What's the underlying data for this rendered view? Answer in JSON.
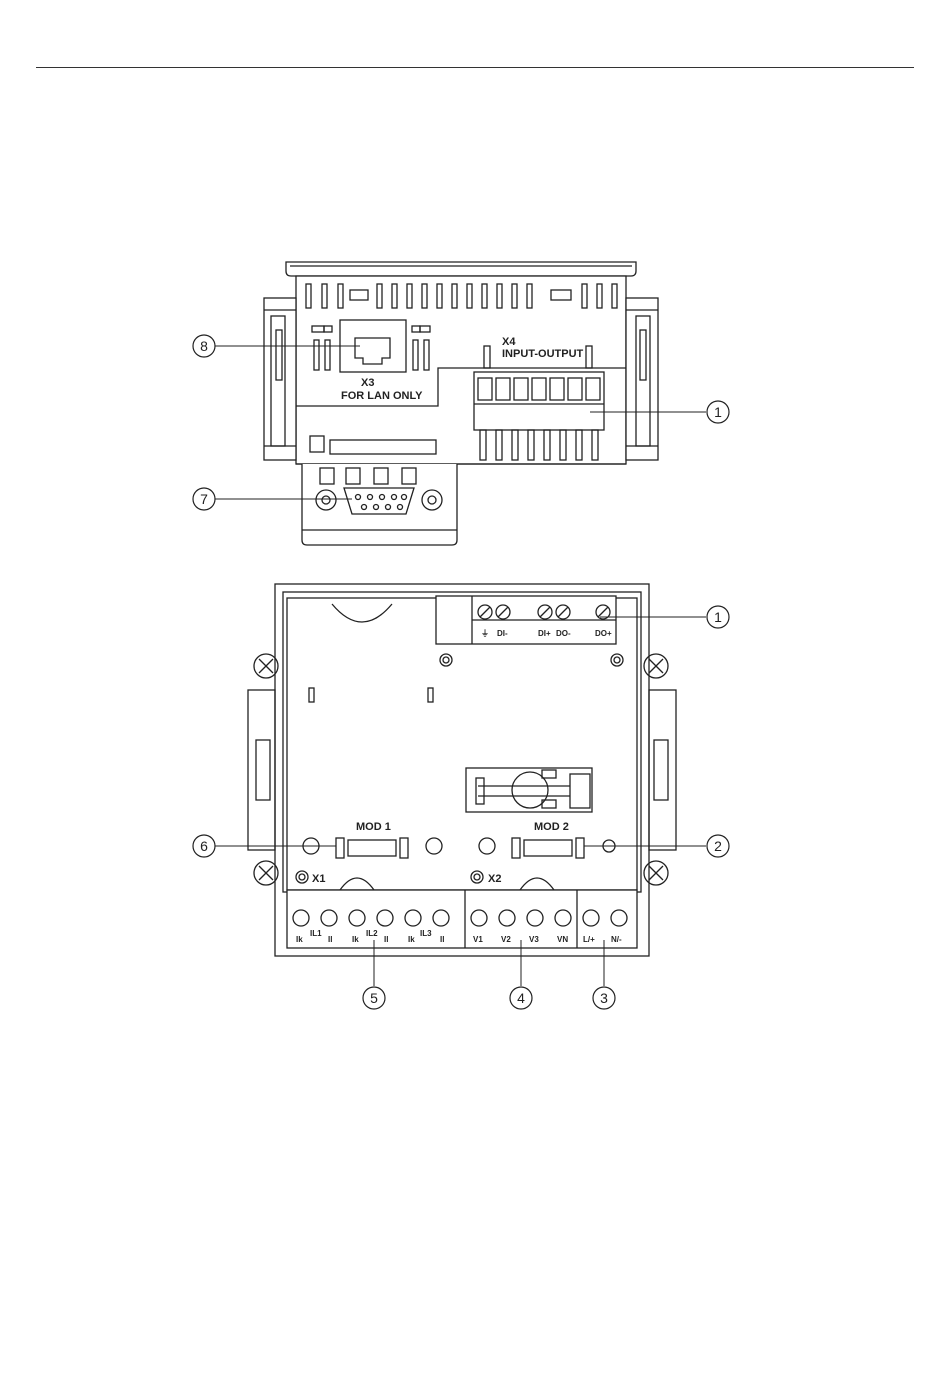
{
  "top_view": {
    "x3_title": "X3",
    "x3_text": "FOR LAN ONLY",
    "x4_title": "X4",
    "x4_text": "INPUT-OUTPUT"
  },
  "bottom_view": {
    "terminal_labels": [
      "⏚",
      "DI-",
      "DI+",
      "DO-",
      "DO+"
    ],
    "mod1": "MOD 1",
    "mod2": "MOD 2",
    "x1": "X1",
    "x2": "X2",
    "current_terminals": [
      "Ik",
      "IL1",
      "Il",
      "Ik",
      "IL2",
      "Il",
      "Ik",
      "IL3",
      "Il"
    ],
    "voltage_terminals": [
      "V1",
      "V2",
      "V3",
      "VN"
    ],
    "supply_terminals": [
      "L/+",
      "N/-"
    ]
  },
  "callouts": {
    "c1_top": "1",
    "c1_bottom": "1",
    "c2": "2",
    "c3": "3",
    "c4": "4",
    "c5": "5",
    "c6": "6",
    "c7": "7",
    "c8": "8"
  }
}
